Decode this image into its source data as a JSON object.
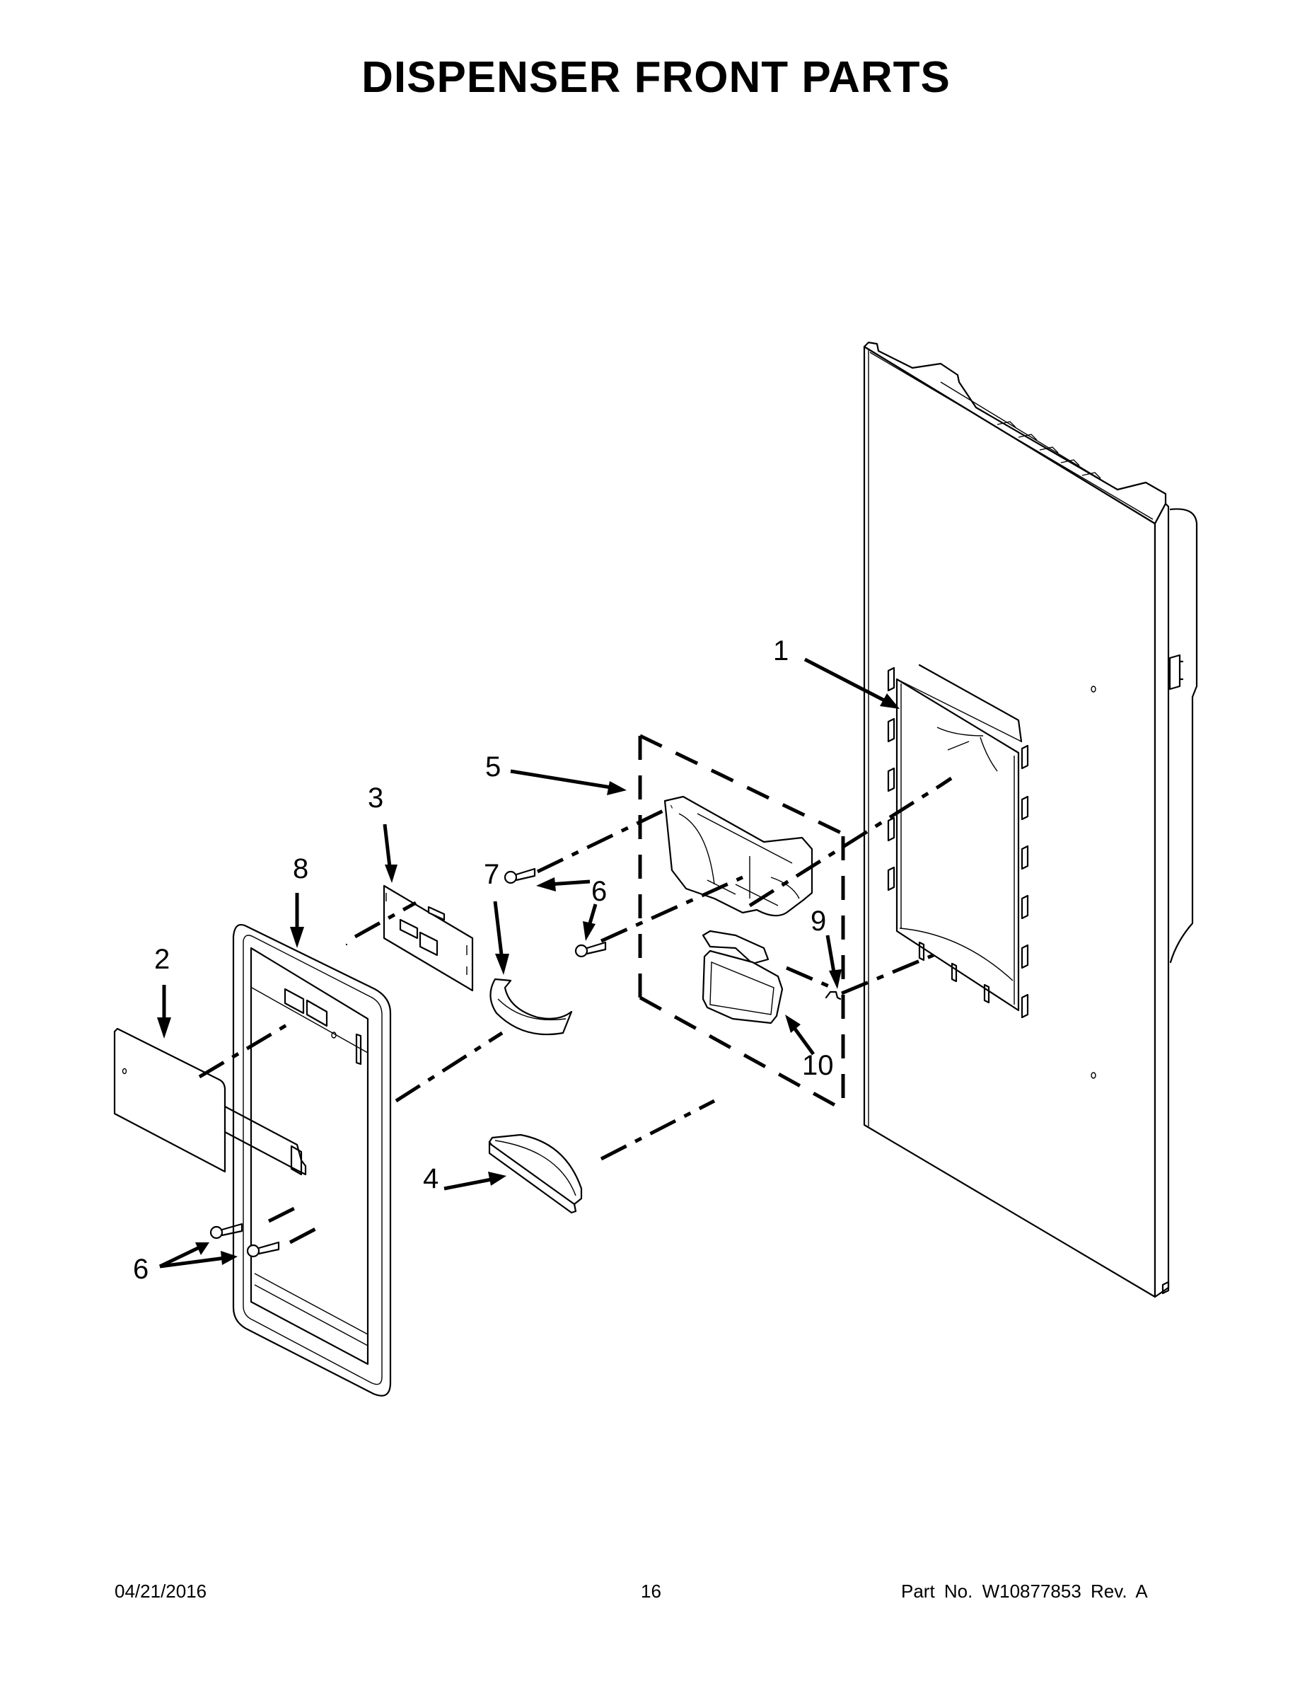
{
  "page": {
    "title": "DISPENSER FRONT PARTS",
    "footer": {
      "date": "04/21/2016",
      "page_number": "16",
      "part_number_label": "Part No.  W10877853  Rev.  A"
    }
  },
  "diagram": {
    "type": "exploded-parts-view",
    "callouts": [
      {
        "id": "1",
        "label": "1",
        "part": "door-outer-panel"
      },
      {
        "id": "2",
        "label": "2",
        "part": "cover-panel"
      },
      {
        "id": "3",
        "label": "3",
        "part": "control-board"
      },
      {
        "id": "4",
        "label": "4",
        "part": "drip-tray"
      },
      {
        "id": "5",
        "label": "5",
        "part": "dispenser-actuator-assembly"
      },
      {
        "id": "6a",
        "label": "6",
        "part": "screw"
      },
      {
        "id": "6b",
        "label": "6",
        "part": "screw"
      },
      {
        "id": "6c",
        "label": "6",
        "part": "screw"
      },
      {
        "id": "7",
        "label": "7",
        "part": "light-bracket"
      },
      {
        "id": "8",
        "label": "8",
        "part": "dispenser-bezel"
      },
      {
        "id": "9",
        "label": "9",
        "part": "clip"
      },
      {
        "id": "10",
        "label": "10",
        "part": "dispenser-paddle"
      }
    ]
  }
}
